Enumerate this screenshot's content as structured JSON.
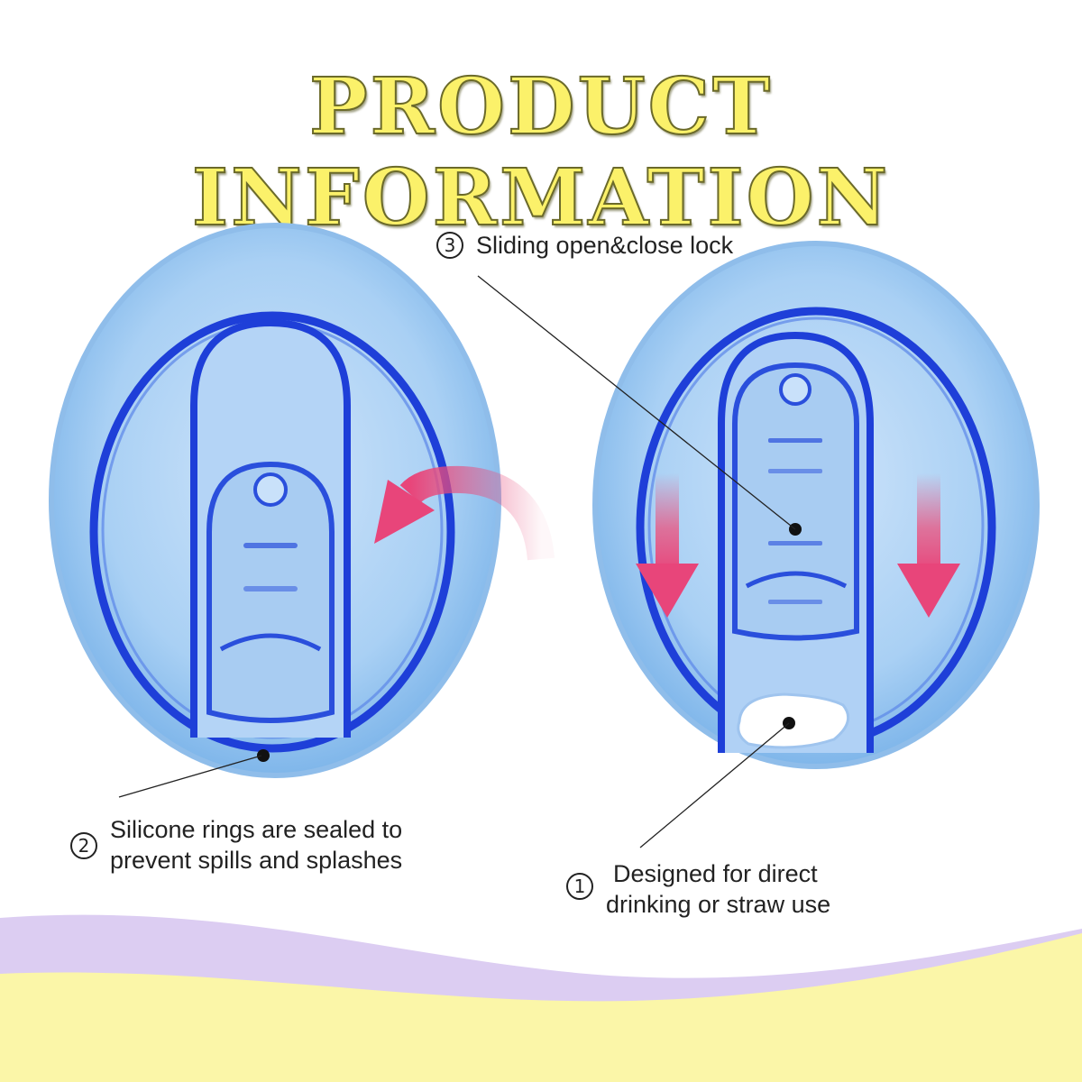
{
  "title": "PRODUCT INFORMATION",
  "callouts": [
    {
      "number": "1",
      "lines": [
        "Designed for direct",
        "drinking or straw use"
      ]
    },
    {
      "number": "2",
      "lines": [
        "Silicone rings are sealed to",
        "prevent spills and splashes"
      ]
    },
    {
      "number": "3",
      "lines": [
        "Sliding open&close lock"
      ]
    }
  ],
  "colors": {
    "title_fill": "#fbf16a",
    "lid_light": "#9cc8f0",
    "lid_dark": "#1e3fd8",
    "arrow": "#e85a85",
    "wave_purple": "#dccdf2",
    "wave_yellow": "#fbf6a8"
  }
}
